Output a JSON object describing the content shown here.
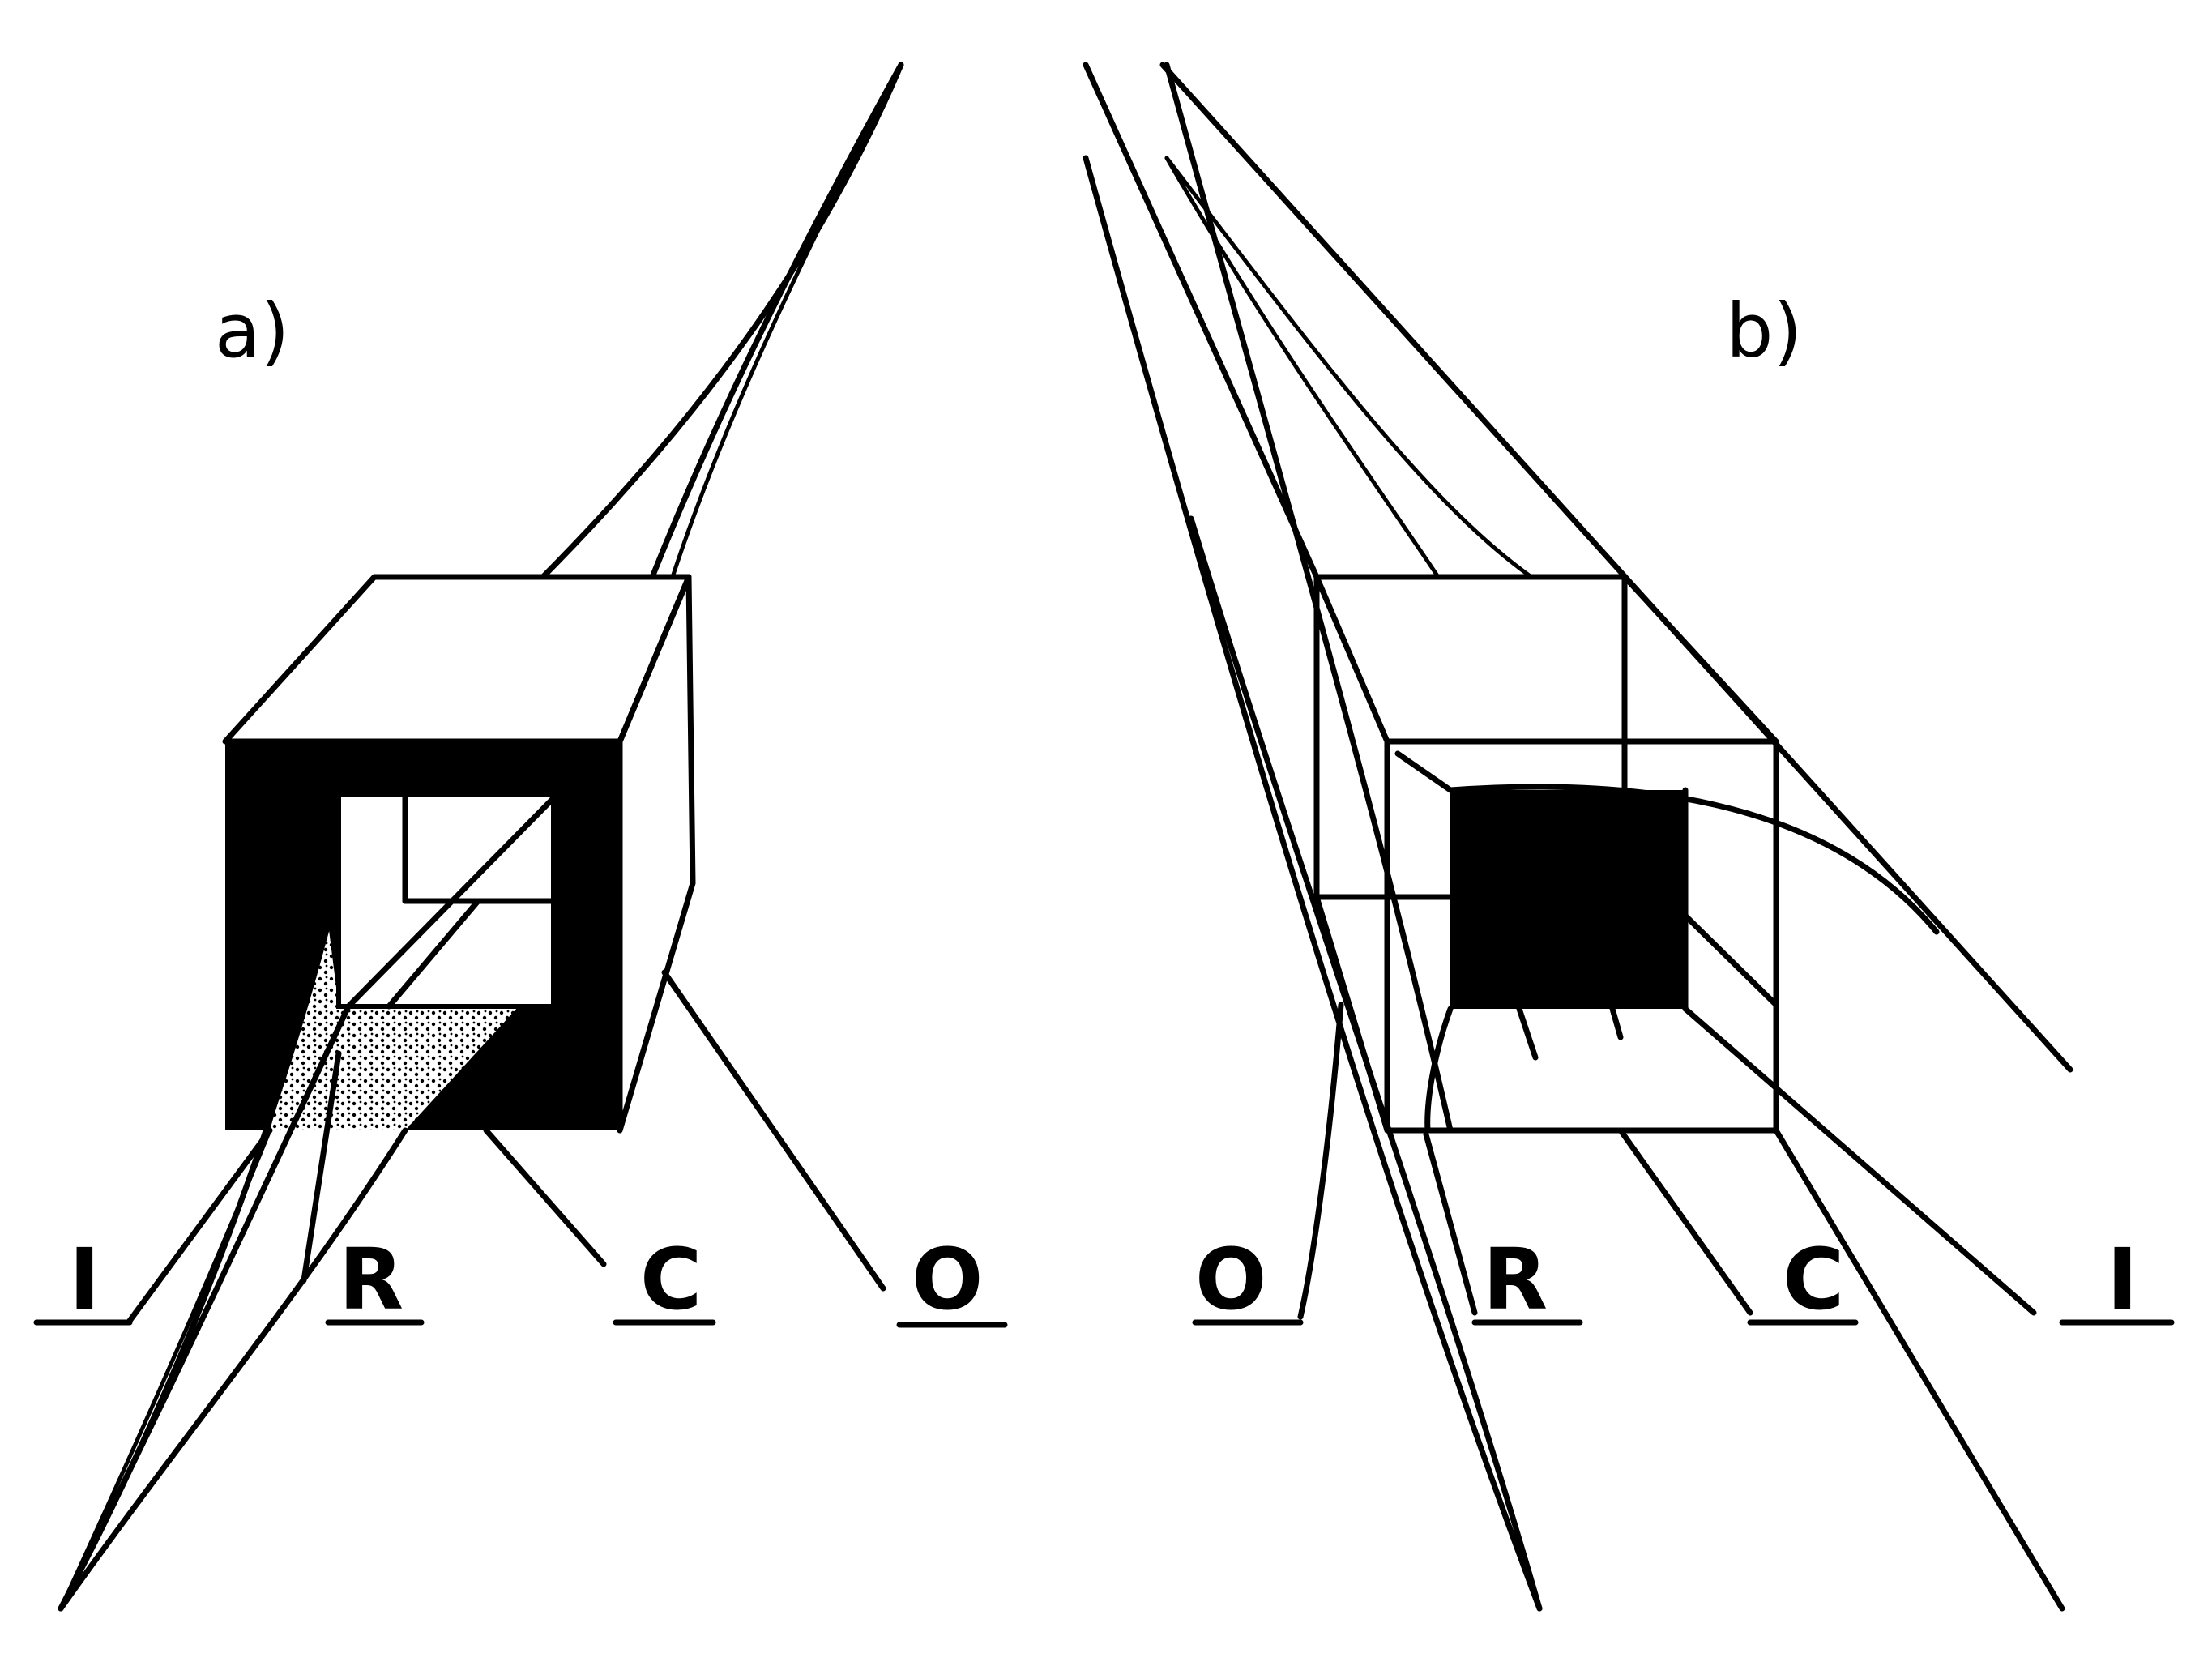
{
  "colors": {
    "ink": "#000000",
    "paper": "#ffffff"
  },
  "panels": {
    "a": {
      "label": "a)",
      "leaders": [
        "I",
        "R",
        "C",
        "O"
      ]
    },
    "b": {
      "label": "b)",
      "leaders": [
        "O",
        "R",
        "C",
        "I"
      ]
    }
  }
}
